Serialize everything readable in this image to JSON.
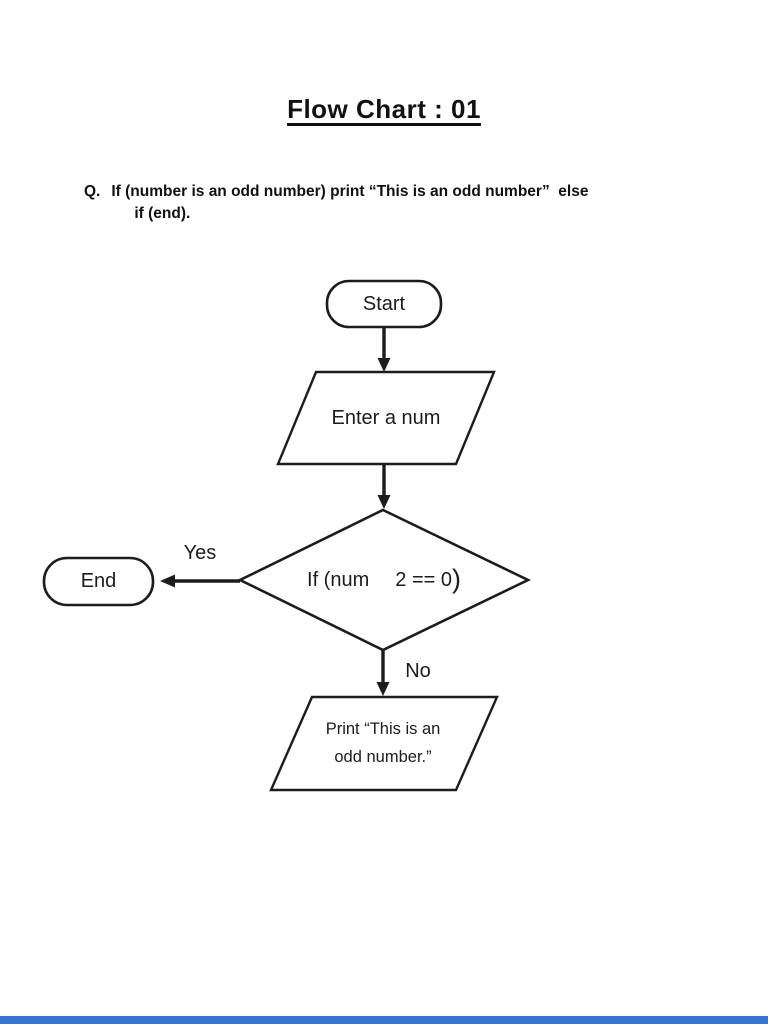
{
  "document": {
    "title": "Flow Chart : 01",
    "question": {
      "prefix": "Q.",
      "line1": "If (number is an odd number) print “This is an odd number”  else",
      "line2": "if (end)."
    }
  },
  "flowchart": {
    "start_node": {
      "label": "Start"
    },
    "input_node": {
      "label": "Enter a num"
    },
    "decision_node": {
      "label_left": "If (num",
      "label_right": "2 == 0",
      "label_paren": ")"
    },
    "yes_label": "Yes",
    "no_label": "No",
    "end_node": {
      "label": "End"
    },
    "output_node": {
      "line1": "Print “This is an",
      "line2": "odd number.”"
    }
  },
  "colors": {
    "ink": "#1c1c1c",
    "page_background": "#ffffff",
    "bottom_bar": "#3676d2"
  }
}
